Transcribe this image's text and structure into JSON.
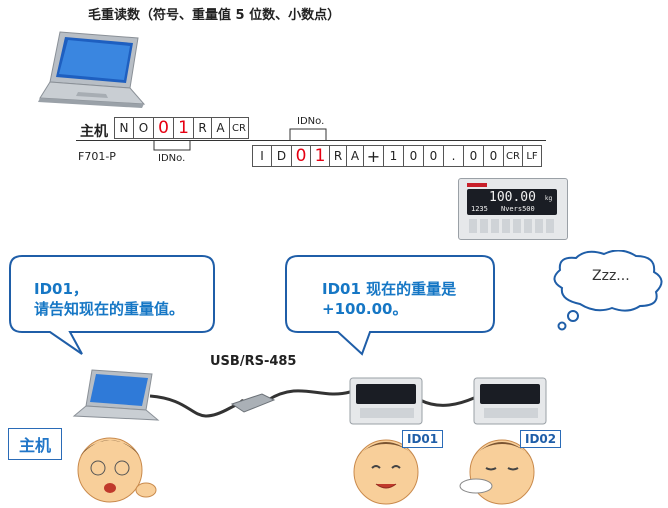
{
  "title": "毛重读数（符号、重量值 5 位数、小数点）",
  "host_row": {
    "label": "主机",
    "cells": [
      "N",
      "O",
      "0",
      "1",
      "R",
      "A",
      "CR"
    ],
    "idno_label": "IDNo."
  },
  "device_row": {
    "label": "F701-P",
    "cells": [
      "I",
      "D",
      "0",
      "1",
      "R",
      "A",
      "+",
      "1",
      "0",
      "0",
      ".",
      "0",
      "0",
      "CR",
      "LF"
    ],
    "idno_label": "IDNo."
  },
  "bubbles": {
    "host_line1": "ID01，",
    "host_line2": "请告知现在的重量值。",
    "device_line1": "ID01 现在的重量是",
    "device_line2": "+100.00。",
    "sleep": "Zzz..."
  },
  "connection_label": "USB/RS-485",
  "host_tag": "主机",
  "device_tags": [
    "ID01",
    "ID02"
  ],
  "device_display": {
    "big": "100.00",
    "unit": "kg",
    "small_left": "1235",
    "small_right": "Nvers500"
  },
  "colors": {
    "accent_blue": "#1677c5",
    "highlight_red": "#e60012",
    "bubble_border": "#1f5ea8"
  }
}
